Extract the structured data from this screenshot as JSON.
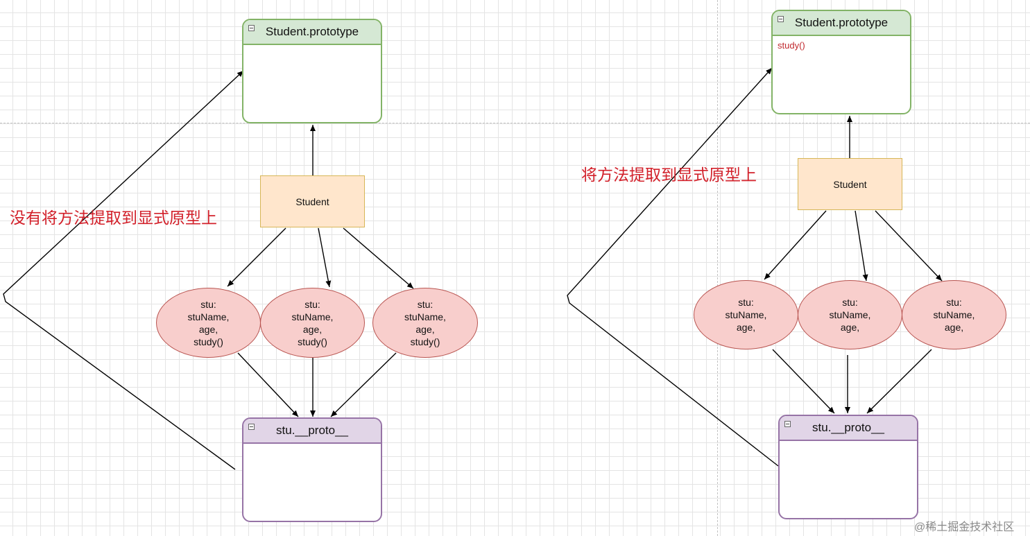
{
  "left_diagram": {
    "note": "没有将方法提取到显式原型上",
    "prototype": {
      "title": "Student.prototype",
      "members": ""
    },
    "constructor": {
      "label": "Student"
    },
    "instances": [
      {
        "lines": [
          "stu:",
          "stuName,",
          "age,",
          "study()"
        ]
      },
      {
        "lines": [
          "stu:",
          "stuName,",
          "age,",
          "study()"
        ]
      },
      {
        "lines": [
          "stu:",
          "stuName,",
          "age,",
          "study()"
        ]
      }
    ],
    "proto_box": {
      "title": "stu.__proto__"
    }
  },
  "right_diagram": {
    "note": "将方法提取到显式原型上",
    "prototype": {
      "title": "Student.prototype",
      "members": "study()"
    },
    "constructor": {
      "label": "Student"
    },
    "instances": [
      {
        "lines": [
          "stu:",
          "stuName,",
          "age,"
        ]
      },
      {
        "lines": [
          "stu:",
          "stuName,",
          "age,"
        ]
      },
      {
        "lines": [
          "stu:",
          "stuName,",
          "age,"
        ]
      }
    ],
    "proto_box": {
      "title": "stu.__proto__"
    }
  },
  "watermark": "@稀土掘金技术社区",
  "colors": {
    "prototype_fill": "#d5e8d4",
    "prototype_stroke": "#82b366",
    "constructor_fill": "#ffe6cc",
    "constructor_stroke": "#d6b656",
    "instance_fill": "#f8cecc",
    "instance_stroke": "#b85450",
    "proto_fill": "#e1d5e7",
    "proto_stroke": "#9673a6",
    "note_text": "#d2202a",
    "member_text": "#c0282d"
  }
}
